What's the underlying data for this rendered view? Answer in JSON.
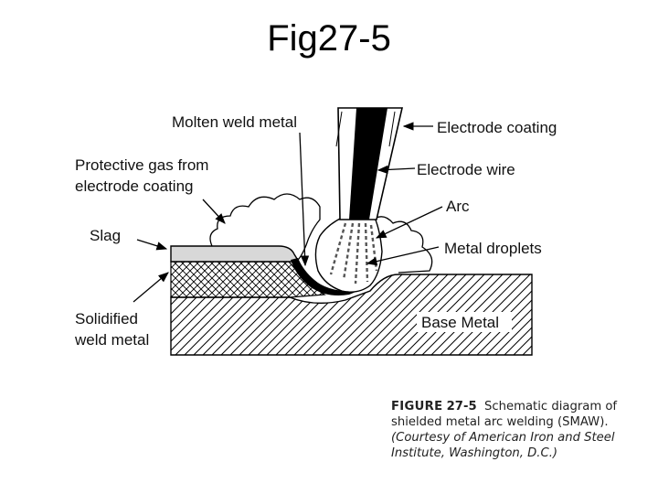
{
  "slide": {
    "title": "Fig27-5"
  },
  "labels": {
    "molten_weld_metal": "Molten weld metal",
    "protective_gas_line1": "Protective gas from",
    "protective_gas_line2": "electrode coating",
    "slag": "Slag",
    "solidified_line1": "Solidified",
    "solidified_line2": "weld metal",
    "electrode_coating": "Electrode coating",
    "electrode_wire": "Electrode wire",
    "arc": "Arc",
    "metal_droplets": "Metal droplets",
    "base_metal": "Base Metal"
  },
  "caption": {
    "figure_word": "FIGURE",
    "figure_number": "27-5",
    "text": "Schematic diagram of shielded metal arc welding (SMAW).",
    "credit": "(Courtesy of American Iron and Steel Institute, Washington, D.C.)"
  }
}
